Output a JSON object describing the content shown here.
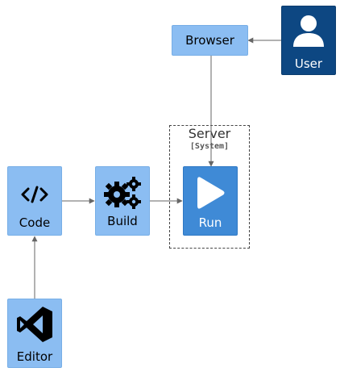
{
  "nodes": {
    "browser": {
      "label": "Browser",
      "icon": "none"
    },
    "user": {
      "label": "User",
      "icon": "user-icon"
    },
    "code": {
      "label": "Code",
      "icon": "code-icon"
    },
    "build": {
      "label": "Build",
      "icon": "gears-icon"
    },
    "run": {
      "label": "Run",
      "icon": "play-icon"
    },
    "editor": {
      "label": "Editor",
      "icon": "vscode-icon"
    }
  },
  "boundary": {
    "title": "Server",
    "subtitle": "[System]"
  },
  "edges": [
    {
      "from": "User",
      "to": "Browser"
    },
    {
      "from": "Browser",
      "to": "Run"
    },
    {
      "from": "Code",
      "to": "Build"
    },
    {
      "from": "Build",
      "to": "Run"
    },
    {
      "from": "Editor",
      "to": "Code"
    }
  ],
  "colors": {
    "node_light": "#8bbdf2",
    "node_user": "#0d4782",
    "node_run": "#3f8ad6",
    "edge": "#666666",
    "boundary": "#444444"
  }
}
